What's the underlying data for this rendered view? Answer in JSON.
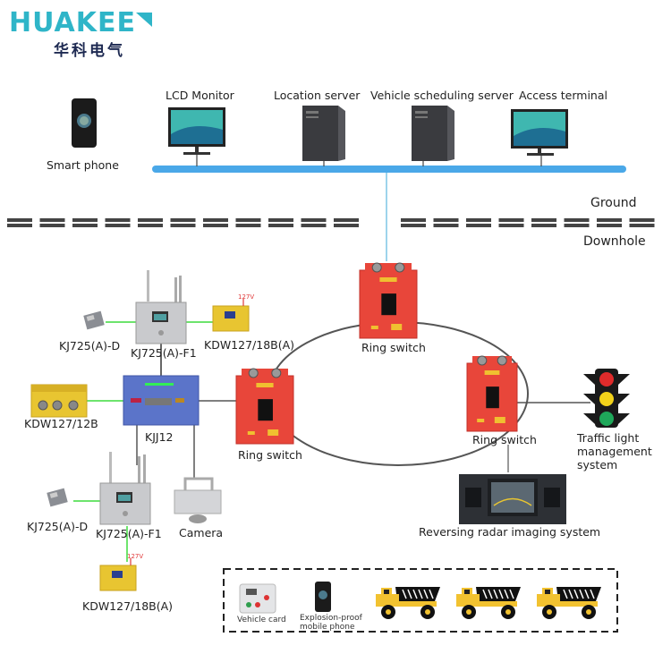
{
  "logo": {
    "brand": "HUAKEE",
    "brand_cn": "华科电气",
    "brand_color": "#2fb5c8",
    "cn_color": "#1e2a52"
  },
  "ground_devices": {
    "smart_phone": "Smart phone",
    "lcd_monitor": "LCD Monitor",
    "location_server": "Location server",
    "vehicle_scheduling_server": "Vehicle scheduling server",
    "access_terminal": "Access terminal"
  },
  "layers": {
    "ground": "Ground",
    "downhole": "Downhole"
  },
  "network": {
    "ring_switch_top": "Ring switch",
    "ring_switch_left": "Ring switch",
    "ring_switch_right": "Ring switch",
    "kjj12": "KJJ12",
    "kdw127_12b": "KDW127/12B",
    "kj725a_f1_top": "KJ725(A)-F1",
    "kj725a_f1_bottom": "KJ725(A)-F1",
    "kj725a_d_top": "KJ725(A)-D",
    "kj725a_d_bottom": "KJ725(A)-D",
    "kdw127_18ba_top": "KDW127/18B(A)",
    "kdw127_18ba_bottom": "KDW127/18B(A)",
    "voltage_tag": "127V",
    "camera": "Camera",
    "traffic_light": [
      "Traffic light",
      "management",
      "system"
    ],
    "reversing_radar": "Reversing radar imaging system"
  },
  "legend_box": {
    "vehicle_card": "Vehicle card",
    "explosion_proof_phone": [
      "Explosion-proof",
      "mobile phone"
    ],
    "truck_count": 3
  },
  "colors": {
    "ethernet_bus": "#4aa8e8",
    "ring_switch": "#e8463a",
    "kjj12": "#5b74c9",
    "power_box": "#e8c531",
    "wireless_link": "#3ddc3d",
    "cable": "#555555"
  }
}
